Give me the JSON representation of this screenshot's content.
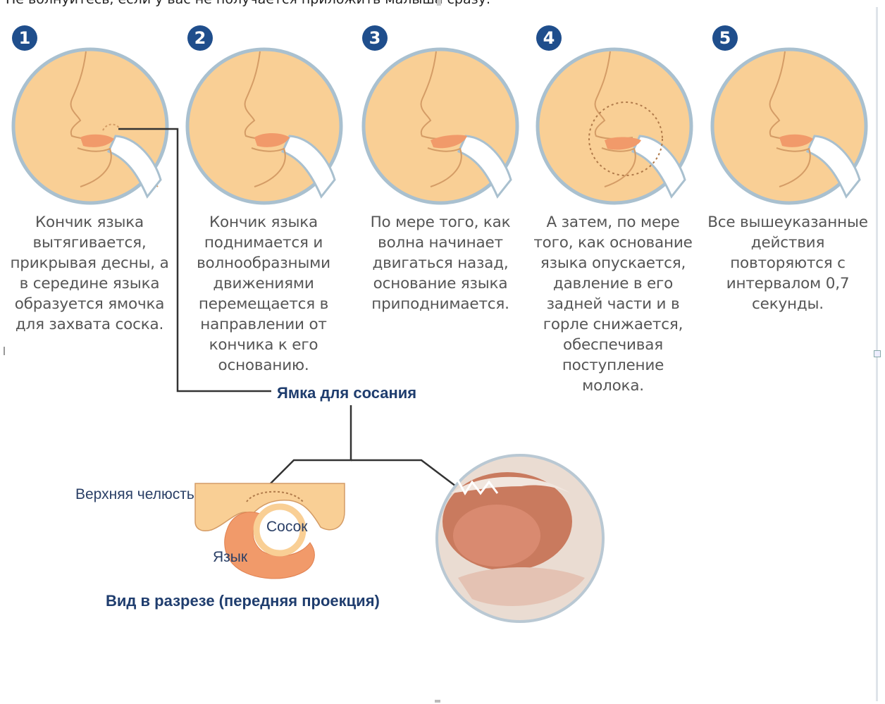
{
  "header": {
    "top_text": "Не волнуйтесь, если у вас не получается приложить малыша сразу."
  },
  "steps": [
    {
      "number": "1",
      "text": "Кончик языка вытягивается, прикрывая десны, а в середине языка образуется ямочка для захвата соска."
    },
    {
      "number": "2",
      "text": "Кончик языка поднимается и волнообразными движениями перемещается в направлении от кончика к его основанию."
    },
    {
      "number": "3",
      "text": "По мере того, как волна начинает двигаться назад, основание языка приподнимается."
    },
    {
      "number": "4",
      "text": "А затем, по мере того, как основание языка опускается, давление в его задней части и в горле снижается, обеспечивая поступление молока."
    },
    {
      "number": "5",
      "text": "Все вышеуказанные действия повторяются с интервалом 0,7 секунды."
    }
  ],
  "labels": {
    "suck_pit": "Ямка для сосания",
    "upper_jaw": "Верхняя челюсть",
    "nipple": "Сосок",
    "tongue": "Язык",
    "section_view": "Вид в разрезе (передняя проекция)"
  },
  "colors": {
    "step_badge": "#1f4e8c",
    "skin": "#f9cf95",
    "tongue": "#f19a6a",
    "outline": "#9fb8c8",
    "text": "#555555",
    "label": "#1f3d6e"
  }
}
